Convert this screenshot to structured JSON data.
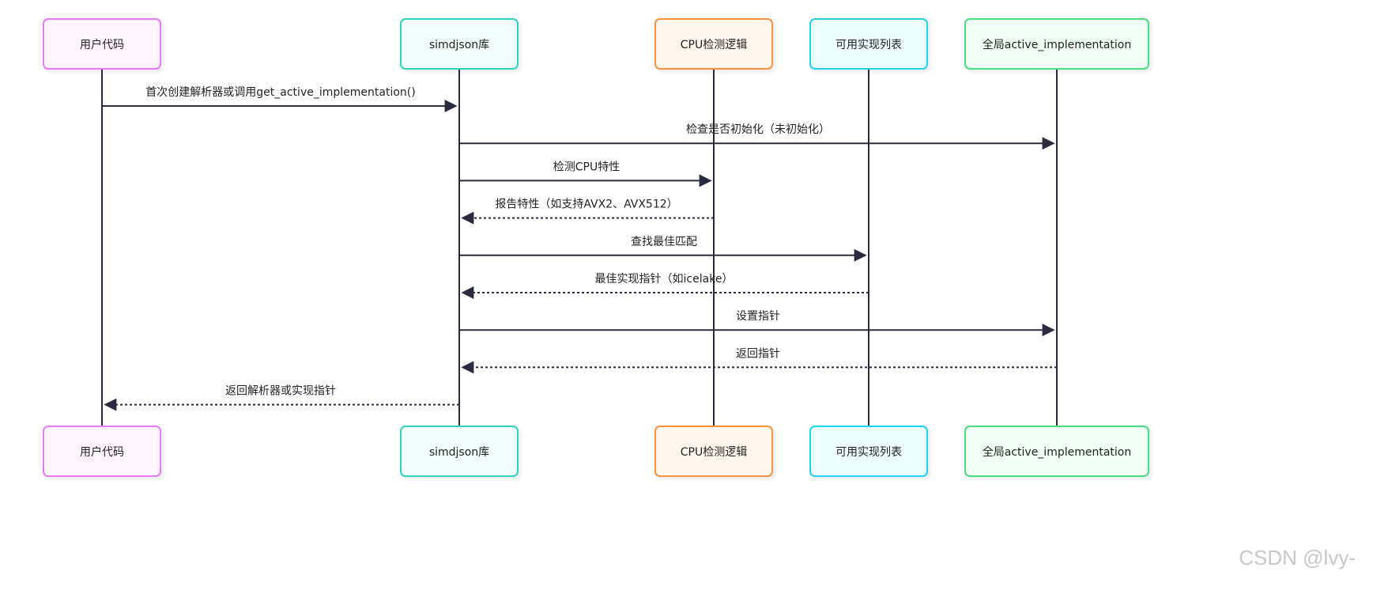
{
  "participants": [
    {
      "label": "用户代码",
      "border": "#e879f9",
      "fill": "#fdf4ff"
    },
    {
      "label": "simdjson库",
      "border": "#2dd4bf",
      "fill": "#f0fdfa"
    },
    {
      "label": "CPU检测逻辑",
      "border": "#fb923c",
      "fill": "#fff7ed"
    },
    {
      "label": "可用实现列表",
      "border": "#22d3ee",
      "fill": "#ecfeff"
    },
    {
      "label": "全局active_implementation",
      "border": "#4ade80",
      "fill": "#f0fdf4"
    }
  ],
  "messages": [
    {
      "from": 0,
      "to": 1,
      "dashed": false,
      "label": "首次创建解析器或调用get_active_implementation()"
    },
    {
      "from": 1,
      "to": 4,
      "dashed": false,
      "label": "检查是否初始化（未初始化）"
    },
    {
      "from": 1,
      "to": 2,
      "dashed": false,
      "label": "检测CPU特性"
    },
    {
      "from": 2,
      "to": 1,
      "dashed": true,
      "label": "报告特性（如支持AVX2、AVX512）"
    },
    {
      "from": 1,
      "to": 3,
      "dashed": false,
      "label": "查找最佳匹配"
    },
    {
      "from": 3,
      "to": 1,
      "dashed": true,
      "label": "最佳实现指针（如icelake）"
    },
    {
      "from": 1,
      "to": 4,
      "dashed": false,
      "label": "设置指针"
    },
    {
      "from": 4,
      "to": 1,
      "dashed": true,
      "label": "返回指针"
    },
    {
      "from": 1,
      "to": 0,
      "dashed": true,
      "label": "返回解析器或实现指针"
    }
  ],
  "line_color": "#2b2b3f",
  "watermark": "CSDN @lvy-"
}
